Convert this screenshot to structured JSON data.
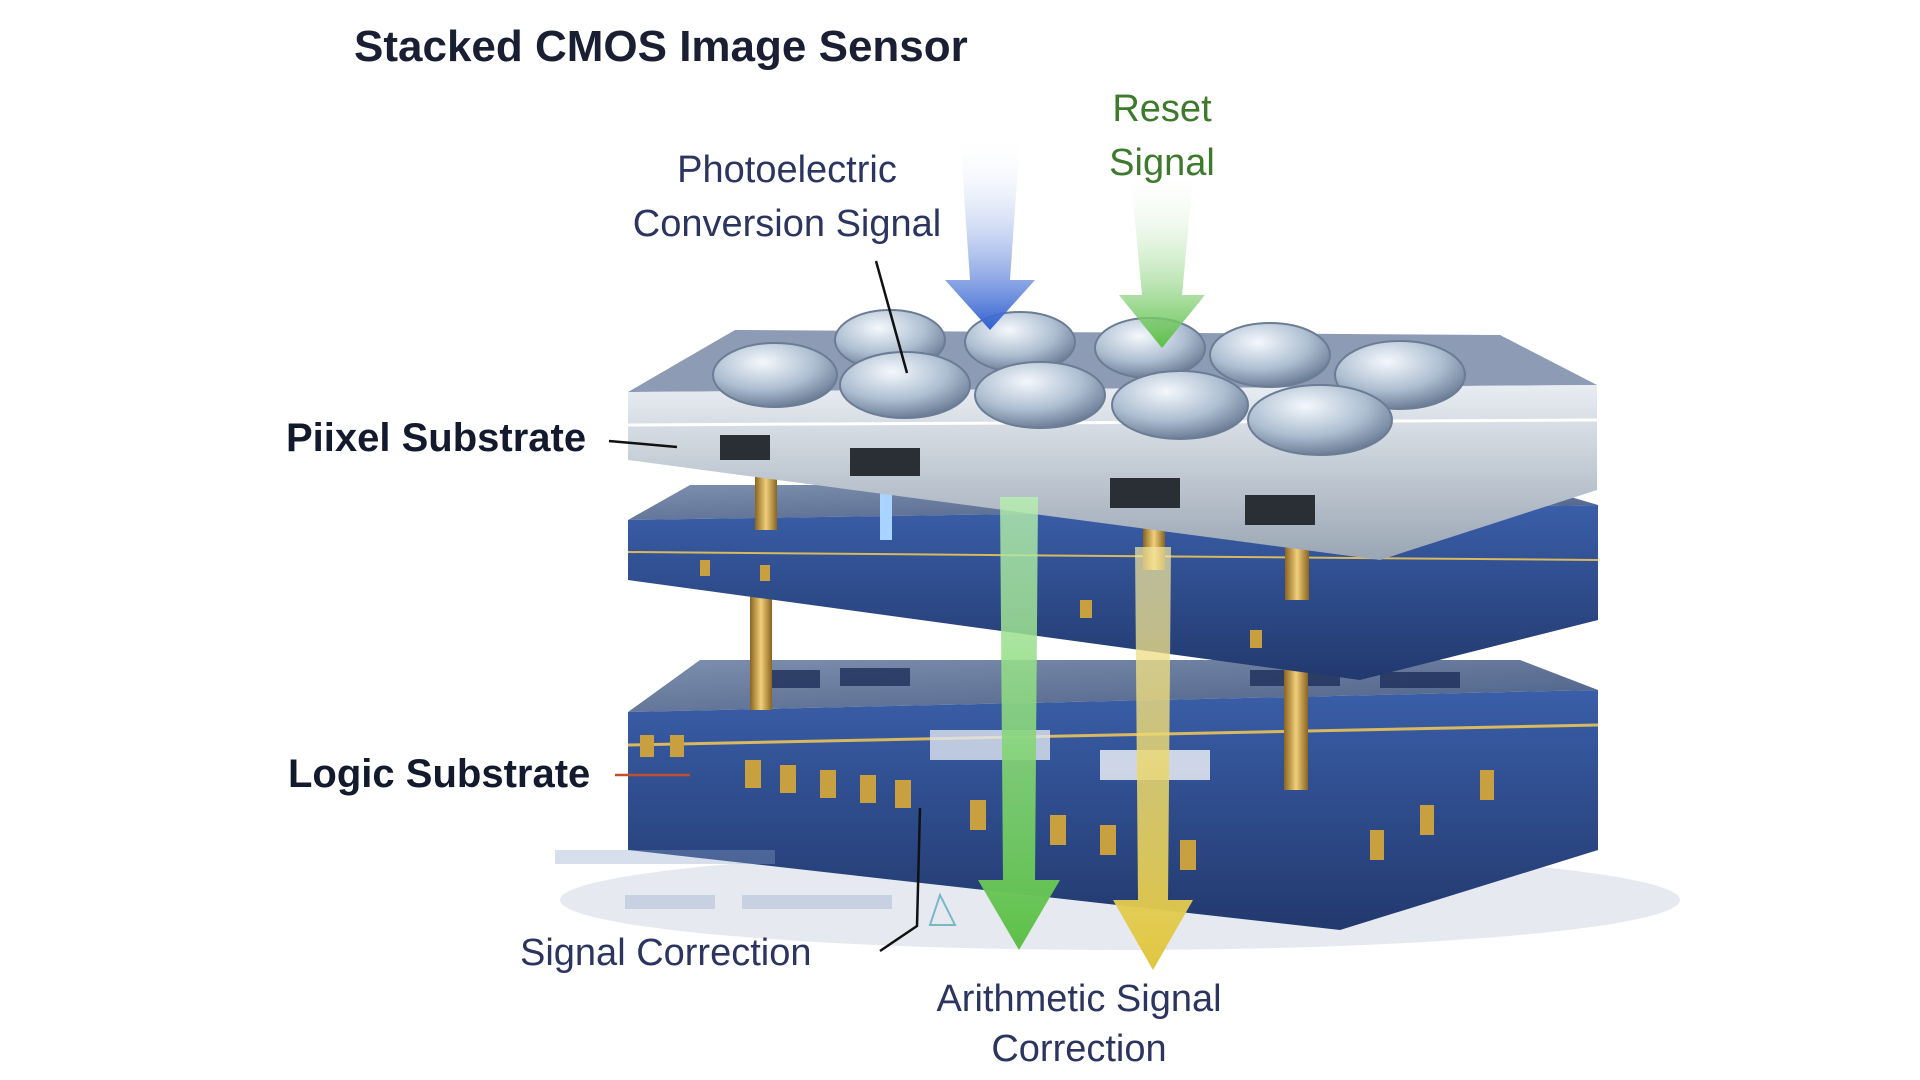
{
  "title": "Stacked CMOS Image Sensor",
  "labels": {
    "photoelectric": [
      "Photoelectric",
      "Conversion Signal"
    ],
    "reset": [
      "Reset",
      "Signal"
    ],
    "pixel_substrate": "Piixel Substrate",
    "logic_substrate": "Logic Substrate",
    "signal_correction": "Signal Correction",
    "arithmetic": [
      "Arithmetic Signal",
      "Correction"
    ]
  },
  "colors": {
    "plate_blue": "#2f4f8f",
    "pixel_silver": "#c9d2dc",
    "gold": "#c8a040",
    "arrow_blue": "#2f5fd0",
    "arrow_green": "#5cbf48",
    "arrow_yellow": "#e0c640"
  }
}
